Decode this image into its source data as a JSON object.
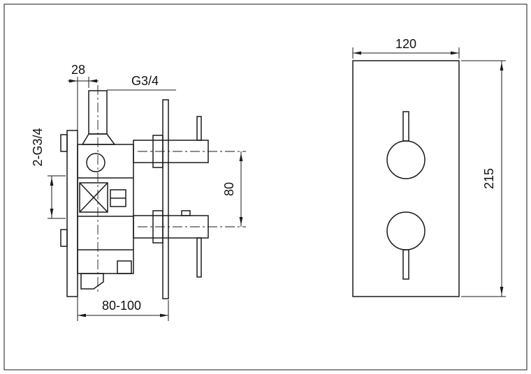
{
  "ink": "#1a1a1a",
  "background": "#ffffff",
  "drawing_type": "thermostatic-valve-technical-drawing",
  "side_view": {
    "dims": {
      "top_offset": "28",
      "outlet_thread": "G3/4",
      "inlet_thread": "2-G3/4",
      "port_spacing": "80",
      "depth_range": "80-100"
    }
  },
  "front_view": {
    "dims": {
      "width": "120",
      "height": "215"
    }
  }
}
